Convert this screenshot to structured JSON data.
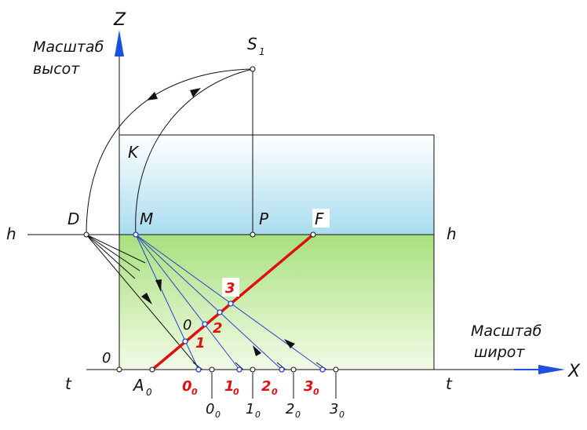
{
  "labels": {
    "z": "Z",
    "x": "X",
    "s1": "S",
    "s1_sub": "1",
    "k": "K",
    "d": "D",
    "m": "M",
    "p": "P",
    "f": "F",
    "h_left": "h",
    "h_right": "h",
    "t_left": "t",
    "t_right": "t",
    "origin": "0",
    "a0": "A",
    "a0_sub": "0",
    "zero_mid": "0",
    "num1": "1",
    "num2": "2",
    "num3": "3"
  },
  "captions": {
    "heights_line1": "Масштаб",
    "heights_line2": "высот",
    "widths_line1": "Масштаб",
    "widths_line2": "широт"
  },
  "scale_red": [
    {
      "main": "0",
      "sub": "0"
    },
    {
      "main": "1",
      "sub": "0"
    },
    {
      "main": "2",
      "sub": "0"
    },
    {
      "main": "3",
      "sub": "0"
    }
  ],
  "scale_black": [
    {
      "main": "0",
      "sub": "0"
    },
    {
      "main": "1",
      "sub": "0"
    },
    {
      "main": "2",
      "sub": "0"
    },
    {
      "main": "3",
      "sub": "0"
    }
  ],
  "colors": {
    "sky_top": "#ffffff",
    "sky_bottom": "#a9dcef",
    "ground_top": "#a8e07e",
    "ground_bottom": "#f2fbe6",
    "axis_blue": "#1d4fe0",
    "ray_blue": "#2a3fd0",
    "accent_red": "#e01010"
  }
}
